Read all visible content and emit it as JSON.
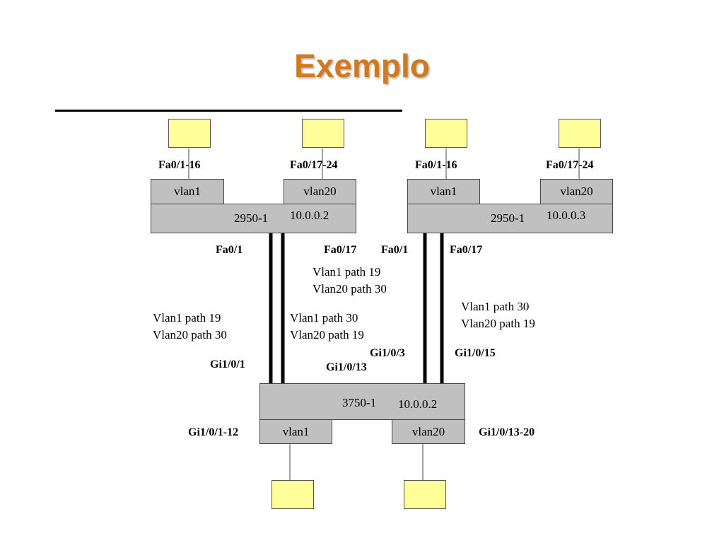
{
  "title": "Exemplo",
  "switch_left": {
    "name": "2950-1",
    "ip": "10.0.0.2",
    "vlan_a": "vlan1",
    "vlan_b": "vlan20",
    "port_a": "Fa0/1-16",
    "port_b": "Fa0/17-24",
    "uplink_a": "Fa0/1",
    "uplink_b": "Fa0/17"
  },
  "switch_right": {
    "name": "2950-1",
    "ip": "10.0.0.3",
    "vlan_a": "vlan1",
    "vlan_b": "vlan20",
    "port_a": "Fa0/1-16",
    "port_b": "Fa0/17-24",
    "uplink_a": "Fa0/1",
    "uplink_b": "Fa0/17"
  },
  "switch_core": {
    "name": "3750-1",
    "ip": "10.0.0.2",
    "vlan_a": "vlan1",
    "vlan_b": "vlan20",
    "port_a": "Gi1/0/1-12",
    "port_b": "Gi1/0/13-20",
    "link1": "Gi1/0/1",
    "link2": "Gi1/0/13",
    "link3": "Gi1/0/3",
    "link4": "Gi1/0/15"
  },
  "paths": {
    "link1": [
      "Vlan1 path 19",
      "Vlan20 path 30"
    ],
    "link2_upper": [
      "Vlan1 path 19",
      "Vlan20 path 30"
    ],
    "link2_lower": [
      "Vlan1 path 30",
      "Vlan20 path 19"
    ],
    "link_right": [
      "Vlan1 path 30",
      "Vlan20 path 19"
    ]
  }
}
